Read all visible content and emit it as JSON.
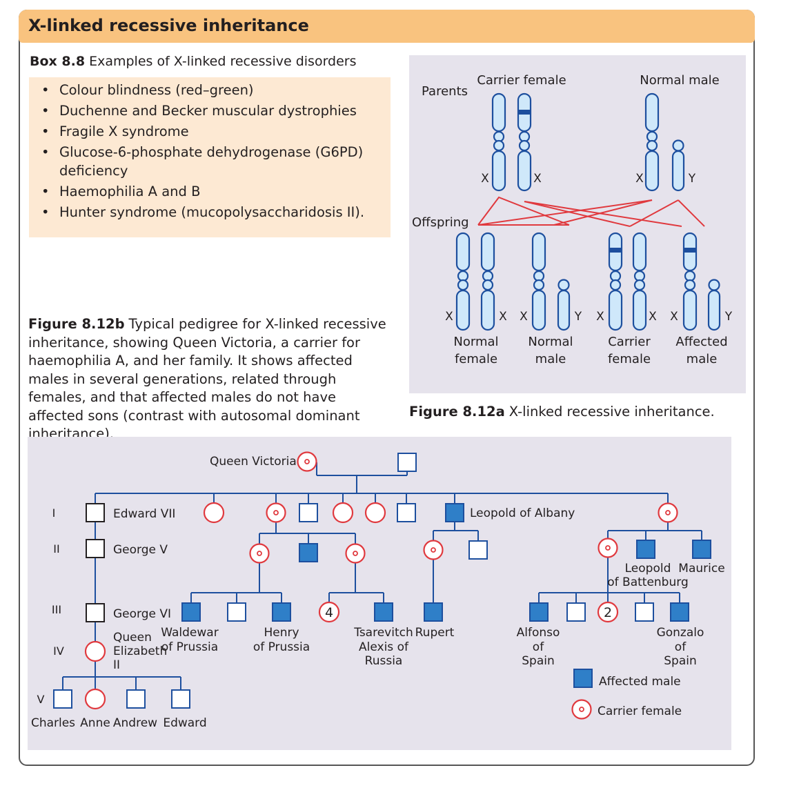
{
  "header": {
    "title": "X-linked recessive inheritance"
  },
  "box": {
    "label": "Box 8.8",
    "title": "Examples of X-linked recessive disorders",
    "items": [
      "Colour blindness (red–green)",
      "Duchenne and Becker muscular dystrophies",
      "Fragile X syndrome",
      "Glucose-6-phosphate dehydrogenase (G6PD) deficiency",
      "Haemophilia A and B",
      "Hunter syndrome (mucopolysaccharidosis II)."
    ]
  },
  "figure_b_caption": {
    "label": "Figure 8.12b",
    "text": "Typical pedigree for X-linked recessive inheritance, showing Queen Victoria, a carrier for haemophilia A, and her family. It shows affected males in several generations, related through females, and that affected males do not have affected sons (contrast with autosomal dominant inheritance)."
  },
  "figure_a_caption": {
    "label": "Figure 8.12a",
    "text": "X-linked recessive inheritance."
  },
  "figure_a": {
    "parents_label": "Parents",
    "offspring_label": "Offspring",
    "carrier_female": "Carrier female",
    "normal_male": "Normal male",
    "x": "X",
    "y": "Y",
    "offspring": [
      {
        "line1": "Normal",
        "line2": "female"
      },
      {
        "line1": "Normal",
        "line2": "male"
      },
      {
        "line1": "Carrier",
        "line2": "female"
      },
      {
        "line1": "Affected",
        "line2": "male"
      }
    ]
  },
  "pedigree": {
    "generations": [
      "I",
      "II",
      "III",
      "IV",
      "V"
    ],
    "queen_victoria": "Queen Victoria",
    "edward_vii": "Edward VII",
    "george_v": "George V",
    "george_vi": "George VI",
    "leopold_albany": "Leopold of Albany",
    "qe_1": "Queen",
    "qe_2": "Elizabeth",
    "qe_3": "II",
    "waldewar_1": "Waldewar",
    "waldewar_2": "of Prussia",
    "henry_1": "Henry",
    "henry_2": "of Prussia",
    "alexis_1": "Tsarevitch",
    "alexis_2": "Alexis of",
    "alexis_3": "Russia",
    "rupert": "Rupert",
    "leopold_b_1": "Leopold",
    "leopold_b_2": "of Battenburg",
    "maurice": "Maurice",
    "alfonso_1": "Alfonso",
    "alfonso_2": "of",
    "alfonso_3": "Spain",
    "gonzalo_1": "Gonzalo",
    "gonzalo_2": "of",
    "gonzalo_3": "Spain",
    "count_four": "4",
    "count_two": "2",
    "charles": "Charles",
    "anne": "Anne",
    "andrew": "Andrew",
    "edward": "Edward",
    "legend_affected": "Affected male",
    "legend_carrier": "Carrier female"
  },
  "colors": {
    "header": "#f9c37f",
    "box_background": "#fde9d3",
    "panel": "#e6e3ec",
    "affected": "#2f7fc8",
    "carrier": "#e0393e",
    "line": "#1d4f9e",
    "chromosome": "#cfe8fa"
  }
}
